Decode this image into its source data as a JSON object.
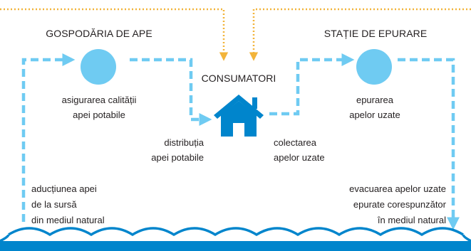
{
  "left_station": {
    "title": "GOSPODĂRIA DE APE",
    "caption_line1": "asigurarea calității",
    "caption_line2": "apei potabile"
  },
  "right_station": {
    "title": "STAȚIE DE EPURARE",
    "caption_line1": "epurarea",
    "caption_line2": "apelor uzate"
  },
  "consumers": {
    "title": "CONSUMATORI"
  },
  "distribution": {
    "line1": "distribuția",
    "line2": "apei potabile"
  },
  "collection": {
    "line1": "colectarea",
    "line2": "apelor uzate"
  },
  "intake": {
    "line1": "aducțiunea apei",
    "line2": "de la sursă",
    "line3": "din mediul natural"
  },
  "discharge": {
    "line1": "evacuarea apelor uzate",
    "line2": "epurate corespunzător",
    "line3": "în mediul natural"
  },
  "colors": {
    "water_flow": "#6fcbf2",
    "circle": "#6fcbf2",
    "house": "#0085cc",
    "waves": "#0085cc",
    "supply_dots": "#f2b43a",
    "text": "#231f20"
  }
}
